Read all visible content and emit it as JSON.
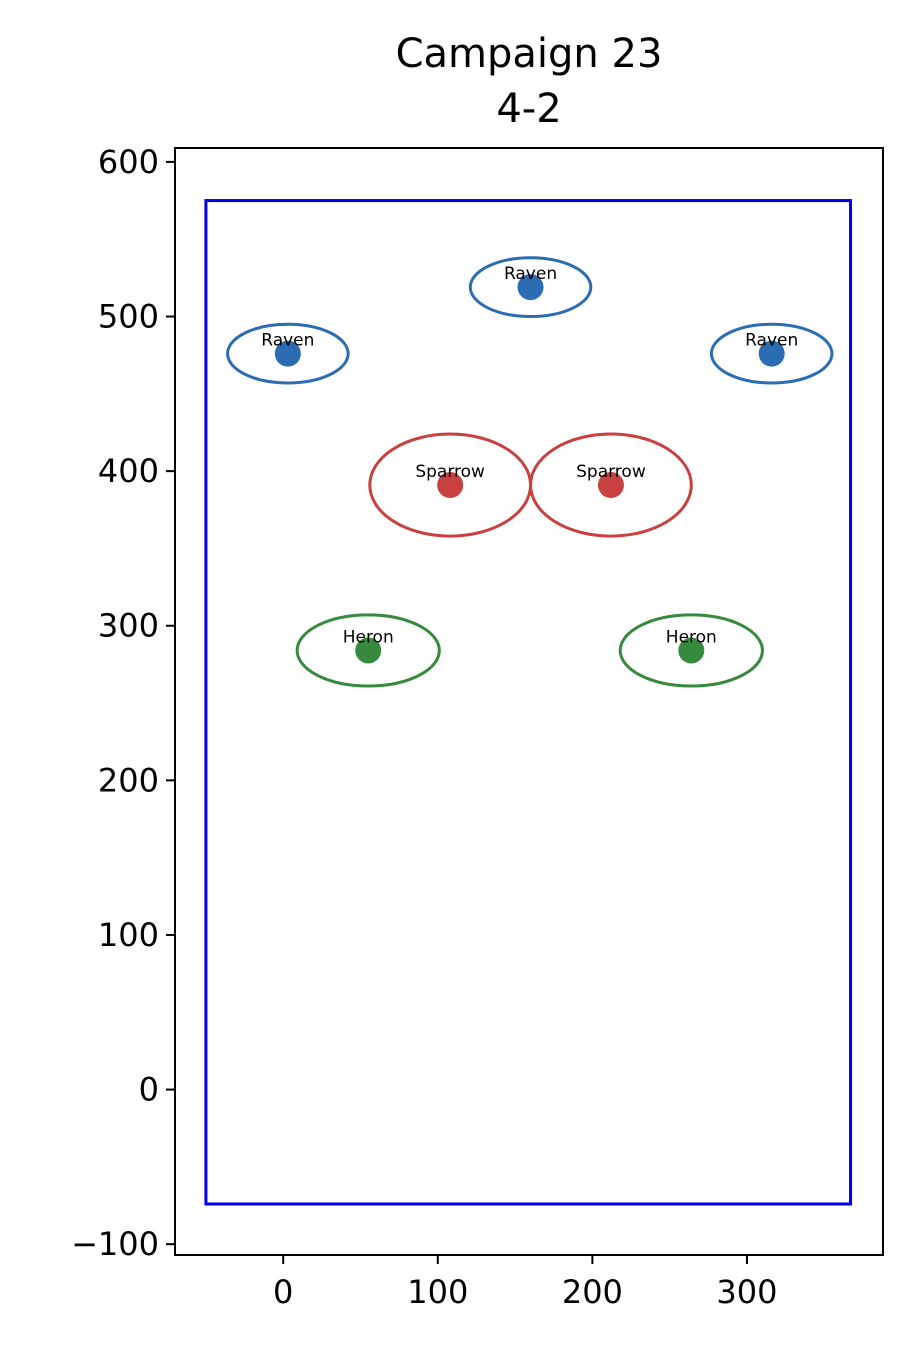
{
  "chart_data": {
    "type": "scatter",
    "title": "Campaign 23",
    "subtitle": "4-2",
    "xlabel": "",
    "ylabel": "",
    "xlim": [
      -70,
      388
    ],
    "ylim": [
      -107,
      609
    ],
    "xticks": [
      0,
      100,
      200,
      300
    ],
    "xtick_labels": [
      "0",
      "100",
      "200",
      "300"
    ],
    "yticks": [
      -100,
      0,
      100,
      200,
      300,
      400,
      500,
      600
    ],
    "ytick_labels": [
      "−100",
      "0",
      "100",
      "200",
      "300",
      "400",
      "500",
      "600"
    ],
    "grid": false,
    "boundary": {
      "x0": -50,
      "x1": 367,
      "y0": -74,
      "y1": 575,
      "color": "#0000ee"
    },
    "groups": {
      "Raven": {
        "color": "#2b6cb3",
        "rx": 39,
        "ry": 19
      },
      "Sparrow": {
        "color": "#c84040",
        "rx": 52,
        "ry": 33
      },
      "Heron": {
        "color": "#368a3e",
        "rx": 46,
        "ry": 23
      }
    },
    "points": [
      {
        "label": "Raven",
        "group": "Raven",
        "x": 160,
        "y": 519
      },
      {
        "label": "Raven",
        "group": "Raven",
        "x": 3,
        "y": 476
      },
      {
        "label": "Raven",
        "group": "Raven",
        "x": 316,
        "y": 476
      },
      {
        "label": "Sparrow",
        "group": "Sparrow",
        "x": 108,
        "y": 391
      },
      {
        "label": "Sparrow",
        "group": "Sparrow",
        "x": 212,
        "y": 391
      },
      {
        "label": "Heron",
        "group": "Heron",
        "x": 55,
        "y": 284
      },
      {
        "label": "Heron",
        "group": "Heron",
        "x": 264,
        "y": 284
      }
    ]
  }
}
